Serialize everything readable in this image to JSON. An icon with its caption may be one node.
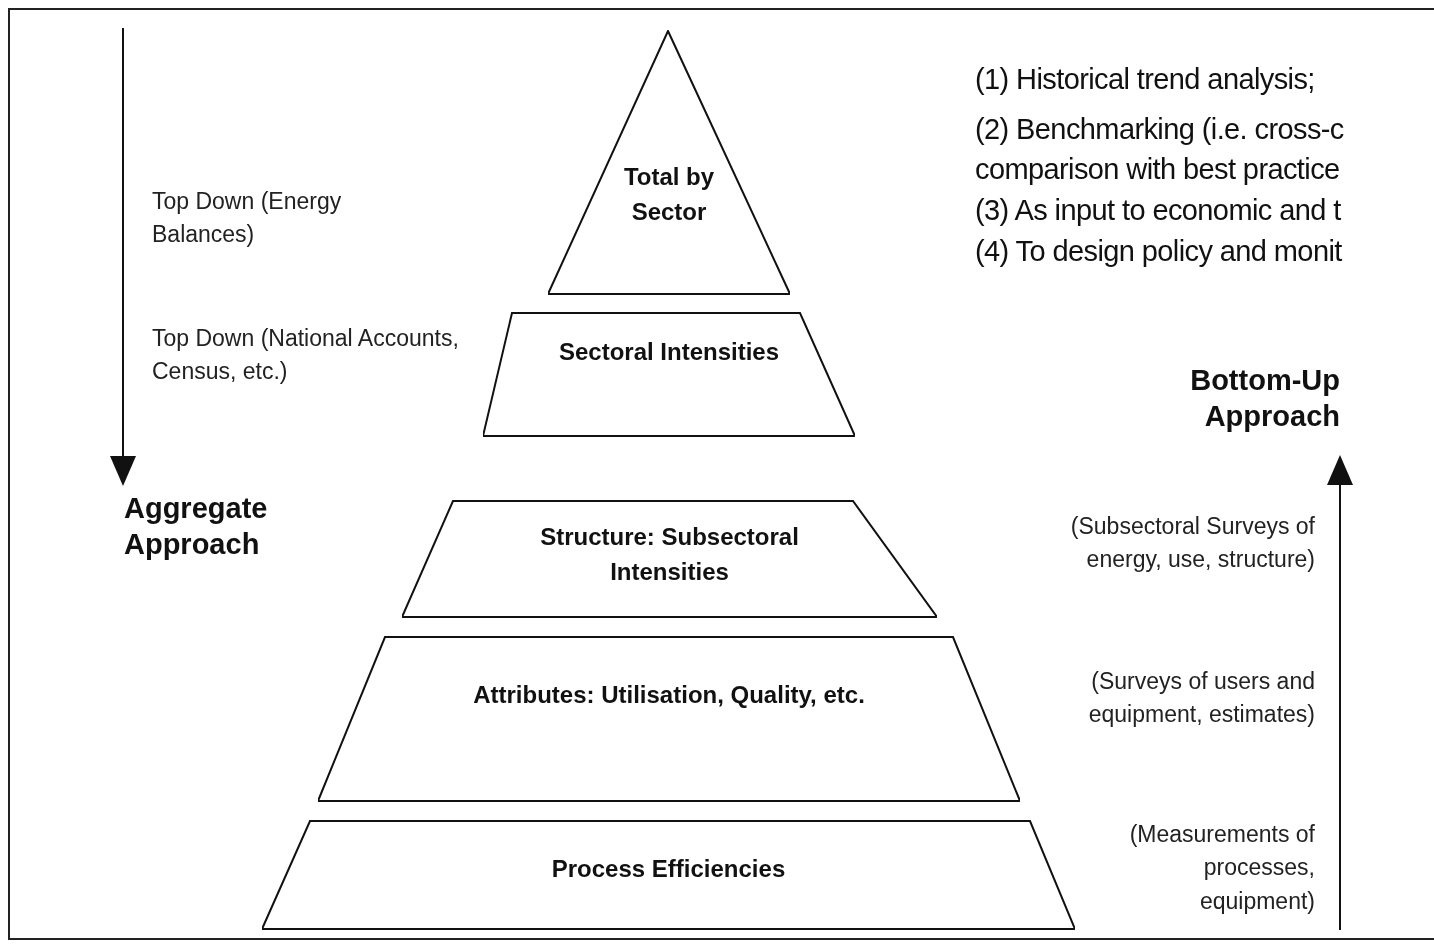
{
  "diagram": {
    "nodes": [
      {
        "text": [
          "Total by Sector"
        ]
      },
      {
        "text": [
          "Sectoral Intensities"
        ]
      },
      {
        "text": [
          "Structure: Subsectoral Intensities"
        ]
      },
      {
        "text": [
          "Attributes: Utilisation, Quality, etc."
        ]
      },
      {
        "text": [
          "Process Efficiencies"
        ]
      }
    ],
    "edges": [],
    "labels": [
      "(1) Historical trend analysis;",
      "(2) Benchmarking (i.e. cross-c",
      "comparison with best practice",
      "(3) As input to economic and t",
      "(4) To design policy and monit",
      "Top Down (Energy Balances)",
      "Top Down (National Accounts, Census, etc.)",
      "Bottom-Up Approach",
      "Aggregate Approach",
      "(Subsectoral Surveys of energy, use, structure)",
      "(Surveys of users and equipment, estimates)",
      "(Measurements of processes, equipment)"
    ]
  }
}
